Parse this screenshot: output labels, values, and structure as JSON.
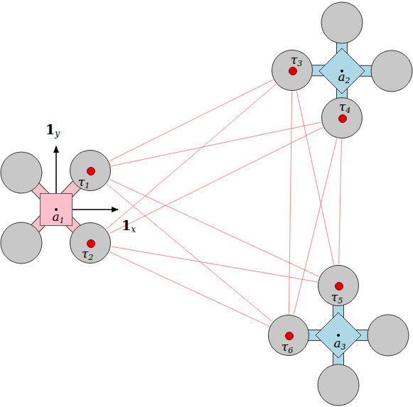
{
  "diagram": {
    "nodes": [
      {
        "text": [
          "a1"
        ]
      },
      {
        "text": [
          "τ1"
        ]
      },
      {
        "text": [
          "τ2"
        ]
      },
      {
        "text": [
          "a2"
        ]
      },
      {
        "text": [
          "τ3"
        ]
      },
      {
        "text": [
          "τ4"
        ]
      },
      {
        "text": [
          "a3"
        ]
      },
      {
        "text": [
          "τ5"
        ]
      },
      {
        "text": [
          "τ6"
        ]
      }
    ],
    "edges": [
      {
        "from": 1,
        "to": 4,
        "arrow": "none"
      },
      {
        "from": 1,
        "to": 5,
        "arrow": "none"
      },
      {
        "from": 1,
        "to": 7,
        "arrow": "none"
      },
      {
        "from": 1,
        "to": 8,
        "arrow": "none"
      },
      {
        "from": 2,
        "to": 4,
        "arrow": "none"
      },
      {
        "from": 2,
        "to": 5,
        "arrow": "none"
      },
      {
        "from": 2,
        "to": 7,
        "arrow": "none"
      },
      {
        "from": 2,
        "to": 8,
        "arrow": "none"
      },
      {
        "from": 4,
        "to": 7,
        "arrow": "none"
      },
      {
        "from": 4,
        "to": 8,
        "arrow": "none"
      },
      {
        "from": 5,
        "to": 7,
        "arrow": "none"
      },
      {
        "from": 5,
        "to": 8,
        "arrow": "none"
      }
    ],
    "labels": [
      "1y",
      "1x"
    ]
  }
}
